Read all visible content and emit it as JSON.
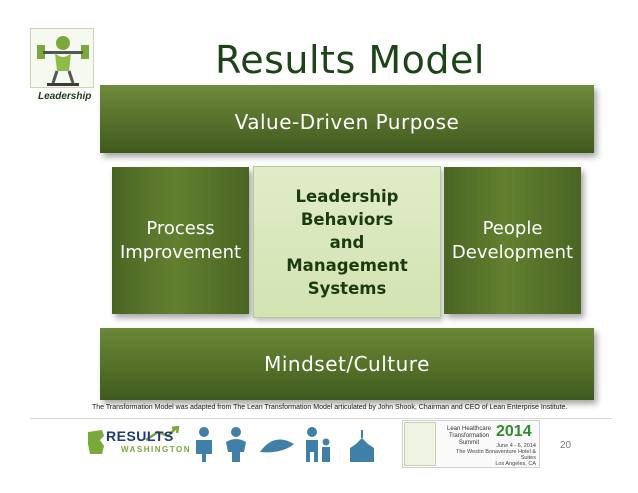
{
  "header": {
    "logo_label": "Leadership",
    "title": "Results Model"
  },
  "diagram": {
    "top_beam": "Value-Driven Purpose",
    "left_pillar": [
      "Process",
      "Improvement"
    ],
    "center_block": [
      "Leadership",
      "Behaviors",
      "and",
      "Management",
      "Systems"
    ],
    "right_pillar": [
      "People",
      "Development"
    ],
    "bottom_beam": "Mindset/Culture"
  },
  "caption": "The Transformation Model was adapted from The Lean Transformation Model articulated by John Shook, Chairman and CEO of Lean Enterprise Institute.",
  "footer": {
    "results_word": "RESULTS",
    "washington_word": "WASHINGTON",
    "summit_line1": "Lean Healthcare",
    "summit_line2": "Transformation Summit",
    "summit_year": "2014",
    "summit_date": "June 4 - 6, 2014",
    "summit_venue": "The Westin Bonaventure Hotel & Suites",
    "summit_city": "Los Angeles, CA",
    "page_number": "20"
  },
  "colors": {
    "title": "#1c4417",
    "beam": "#566f2b",
    "center": "#d3e3b3",
    "center_text": "#1c3a10",
    "results_blue": "#1f3a7a",
    "washington_green": "#7aa83a",
    "people_icons": "#3f7fa8"
  },
  "icons": [
    "weightlifter-logo",
    "washington-map-icon",
    "people-icons",
    "summit-badge"
  ]
}
